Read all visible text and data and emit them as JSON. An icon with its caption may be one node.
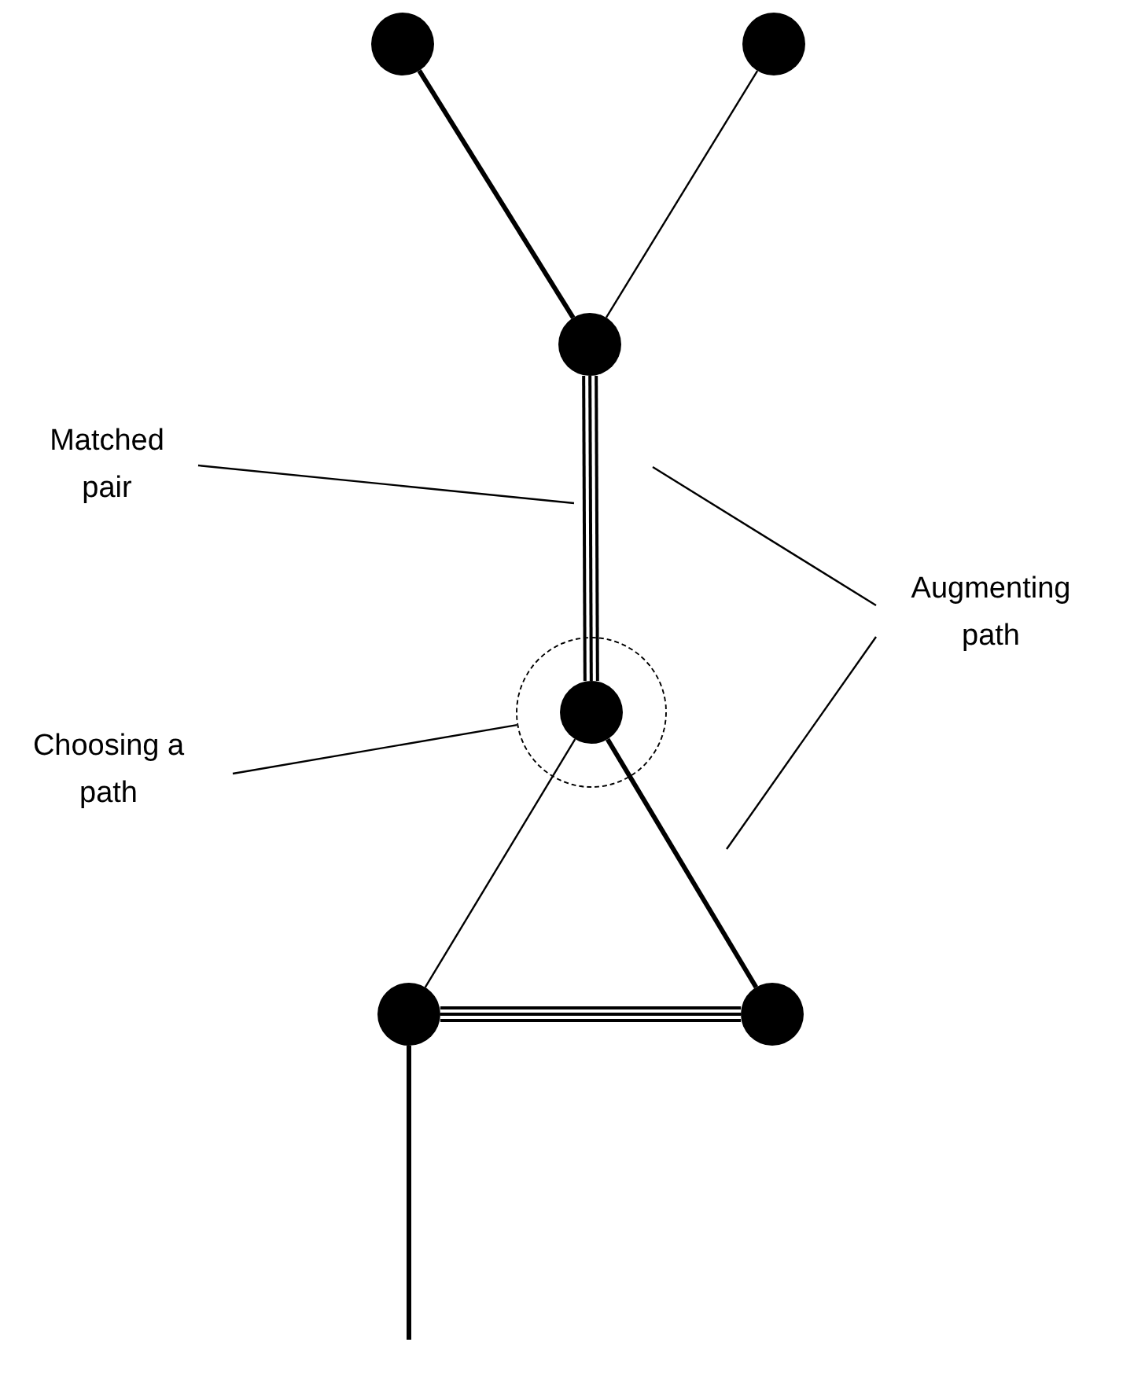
{
  "diagram": {
    "nodes": [
      {
        "text": [],
        "shape": "circle"
      },
      {
        "text": [],
        "shape": "circle"
      },
      {
        "text": [],
        "shape": "circle"
      },
      {
        "text": [
          "Matched pair"
        ]
      },
      {
        "text": [
          "Augmenting path"
        ]
      },
      {
        "text": [],
        "shape": "circle"
      },
      {
        "text": [],
        "shape": "circle",
        "in": 5
      },
      {
        "text": [
          "Choosing a path"
        ]
      },
      {
        "text": [],
        "shape": "circle"
      },
      {
        "text": [],
        "shape": "circle"
      }
    ],
    "edges": [
      {
        "from": 0,
        "to": 2,
        "arrow": "none",
        "style": "thick"
      },
      {
        "from": 1,
        "to": 2,
        "arrow": "none"
      },
      {
        "from": 2,
        "to": 6,
        "arrow": "none",
        "style": "thick"
      },
      {
        "from": 6,
        "to": 8,
        "arrow": "none"
      },
      {
        "from": 6,
        "to": 9,
        "arrow": "none",
        "style": "thick"
      },
      {
        "from": 8,
        "to": 9,
        "arrow": "none",
        "style": "thick"
      },
      {
        "from": 8,
        "to": null,
        "arrow": "none",
        "style": "thick"
      },
      {
        "from": 3,
        "to": null,
        "arrow": "none"
      },
      {
        "from": 4,
        "to": null,
        "arrow": "none"
      },
      {
        "from": 4,
        "to": null,
        "arrow": "none"
      },
      {
        "from": 7,
        "to": 5,
        "arrow": "none"
      }
    ]
  }
}
